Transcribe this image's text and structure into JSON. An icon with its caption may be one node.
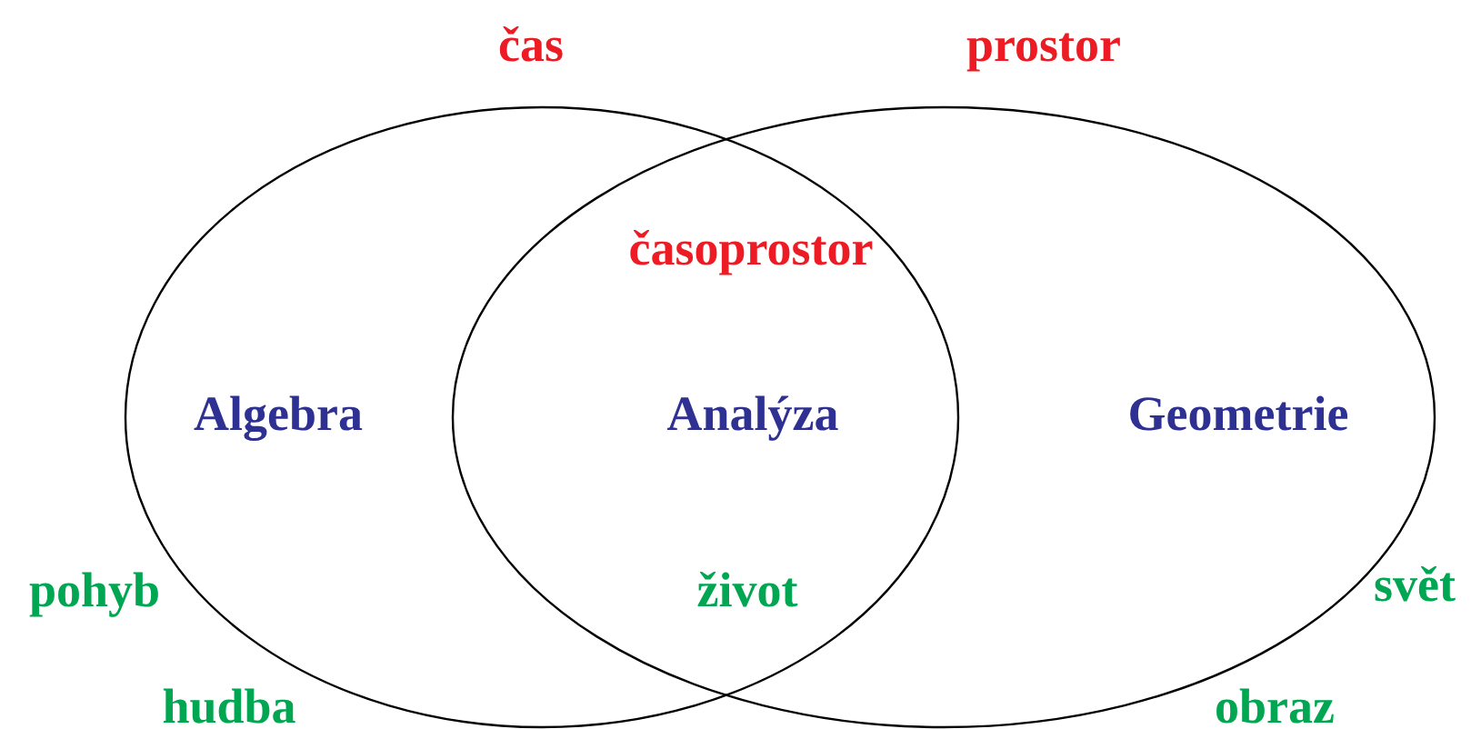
{
  "diagram": {
    "nodes": [
      {
        "text": [
          "Algebra"
        ]
      },
      {
        "text": [
          "Geometrie"
        ]
      }
    ],
    "labels": [
      "čas",
      "prostor",
      "časoprostor",
      "Analýza",
      "pohyb",
      "život",
      "svět",
      "hudba",
      "obraz"
    ]
  }
}
